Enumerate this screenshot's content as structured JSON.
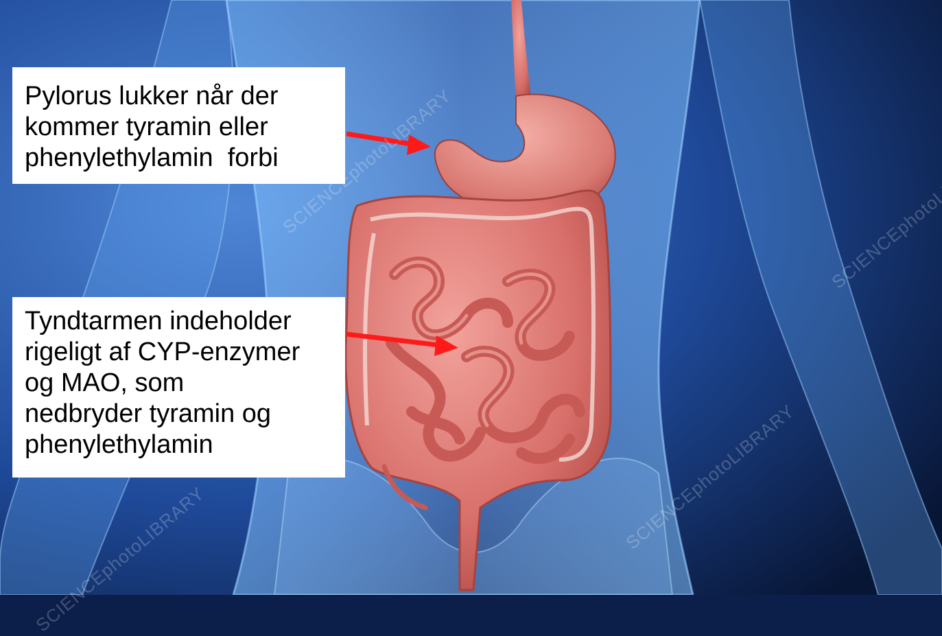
{
  "callouts": {
    "pylorus": {
      "lines": [
        "Pylorus lukker når der",
        "kommer tyramin eller",
        "phenylethylamin  forbi"
      ]
    },
    "small_intestine": {
      "lines": [
        "Tyndtarmen indeholder",
        "rigeligt af CYP-enzymer",
        "og MAO, som",
        "nedbryder tyramin og",
        "phenylethylamin"
      ]
    }
  },
  "watermarks": [
    "SCIENCEphotoLIBRARY",
    "SCIENCEphotoLIBRARY",
    "SCIENCEphotoLIBRARY",
    "SCIENCEphotoLIBRARY"
  ],
  "colors": {
    "arrow": "#ff1a1a",
    "organ": "#d9726e",
    "body_glow": "#5aa8ff",
    "background": "#0b1f4a"
  }
}
